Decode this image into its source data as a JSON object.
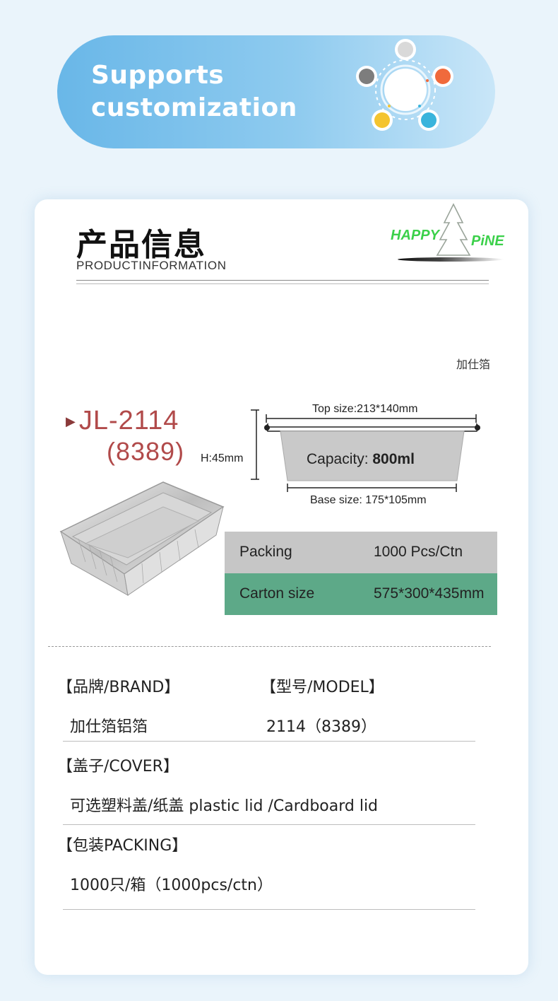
{
  "banner": {
    "title": "Supports\ncustomization"
  },
  "card": {
    "title_cn": "产品信息",
    "title_en": "PRODUCTINFORMATION",
    "logo_left": "HAPPY",
    "logo_right": "PiNE",
    "brand_small": "加仕箔",
    "model_line1": "JL-2114",
    "model_line2": "(8389)",
    "dimensions": {
      "top_size": "Top size:213*140mm",
      "height": "H:45mm",
      "capacity_label": "Capacity: ",
      "capacity_value": "800ml",
      "base_size": "Base size: 175*105mm"
    },
    "spec_table": [
      {
        "key": "Packing",
        "value": "1000 Pcs/Ctn"
      },
      {
        "key": "Carton size",
        "value": "575*300*435mm"
      }
    ],
    "info": {
      "brand_label": "【品牌/BRAND】",
      "brand_value": "加仕箔铝箔",
      "model_label": "【型号/MODEL】",
      "model_value": "2114（8389）",
      "cover_label": "【盖子/COVER】",
      "cover_value": "可选塑料盖/纸盖 plastic lid /Cardboard lid",
      "packing_label": "【包装PACKING】",
      "packing_value": "1000只/箱（1000pcs/ctn）"
    }
  },
  "colors": {
    "banner_start": "#69b7e8",
    "model_red": "#b14a4a",
    "row_grey": "#c6c6c6",
    "row_green": "#5da988",
    "logo_green": "#3bd04a"
  }
}
